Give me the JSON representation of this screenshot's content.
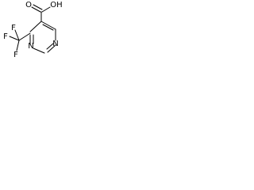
{
  "molecule": {
    "atoms": {
      "carbonyl_oxygen": "O",
      "hydroxyl": "OH",
      "fluorine_1": "F",
      "fluorine_2": "F",
      "fluorine_3": "F",
      "ring_nitrogen_1": "N",
      "ring_nitrogen_2": "N"
    },
    "colors": {
      "bond": "#000000",
      "label": "#000000",
      "background": "#ffffff"
    }
  }
}
